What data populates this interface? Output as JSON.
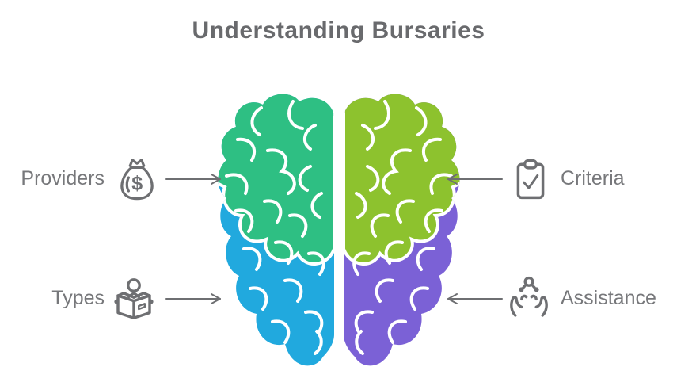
{
  "title": "Understanding Bursaries",
  "colors": {
    "title_text": "#696a6d",
    "label_text": "#77787b",
    "line_art": "#6e6f72",
    "gyri_lines": "#ffffff"
  },
  "brain": {
    "quadrants": [
      {
        "name": "top-left",
        "label_link": "Providers",
        "color": "#2ebf83"
      },
      {
        "name": "top-right",
        "label_link": "Criteria",
        "color": "#8dc22e"
      },
      {
        "name": "bottom-left",
        "label_link": "Types",
        "color": "#21a9de"
      },
      {
        "name": "bottom-right",
        "label_link": "Assistance",
        "color": "#7b61d6"
      }
    ]
  },
  "callouts": [
    {
      "label": "Providers",
      "icon": "money-bag-icon",
      "side": "left",
      "row": "top",
      "arrow_direction": "right"
    },
    {
      "label": "Criteria",
      "icon": "clipboard-check-icon",
      "side": "right",
      "row": "top",
      "arrow_direction": "left"
    },
    {
      "label": "Types",
      "icon": "reading-book-icon",
      "side": "left",
      "row": "bottom",
      "arrow_direction": "right"
    },
    {
      "label": "Assistance",
      "icon": "helping-hands-icon",
      "side": "right",
      "row": "bottom",
      "arrow_direction": "left"
    }
  ]
}
